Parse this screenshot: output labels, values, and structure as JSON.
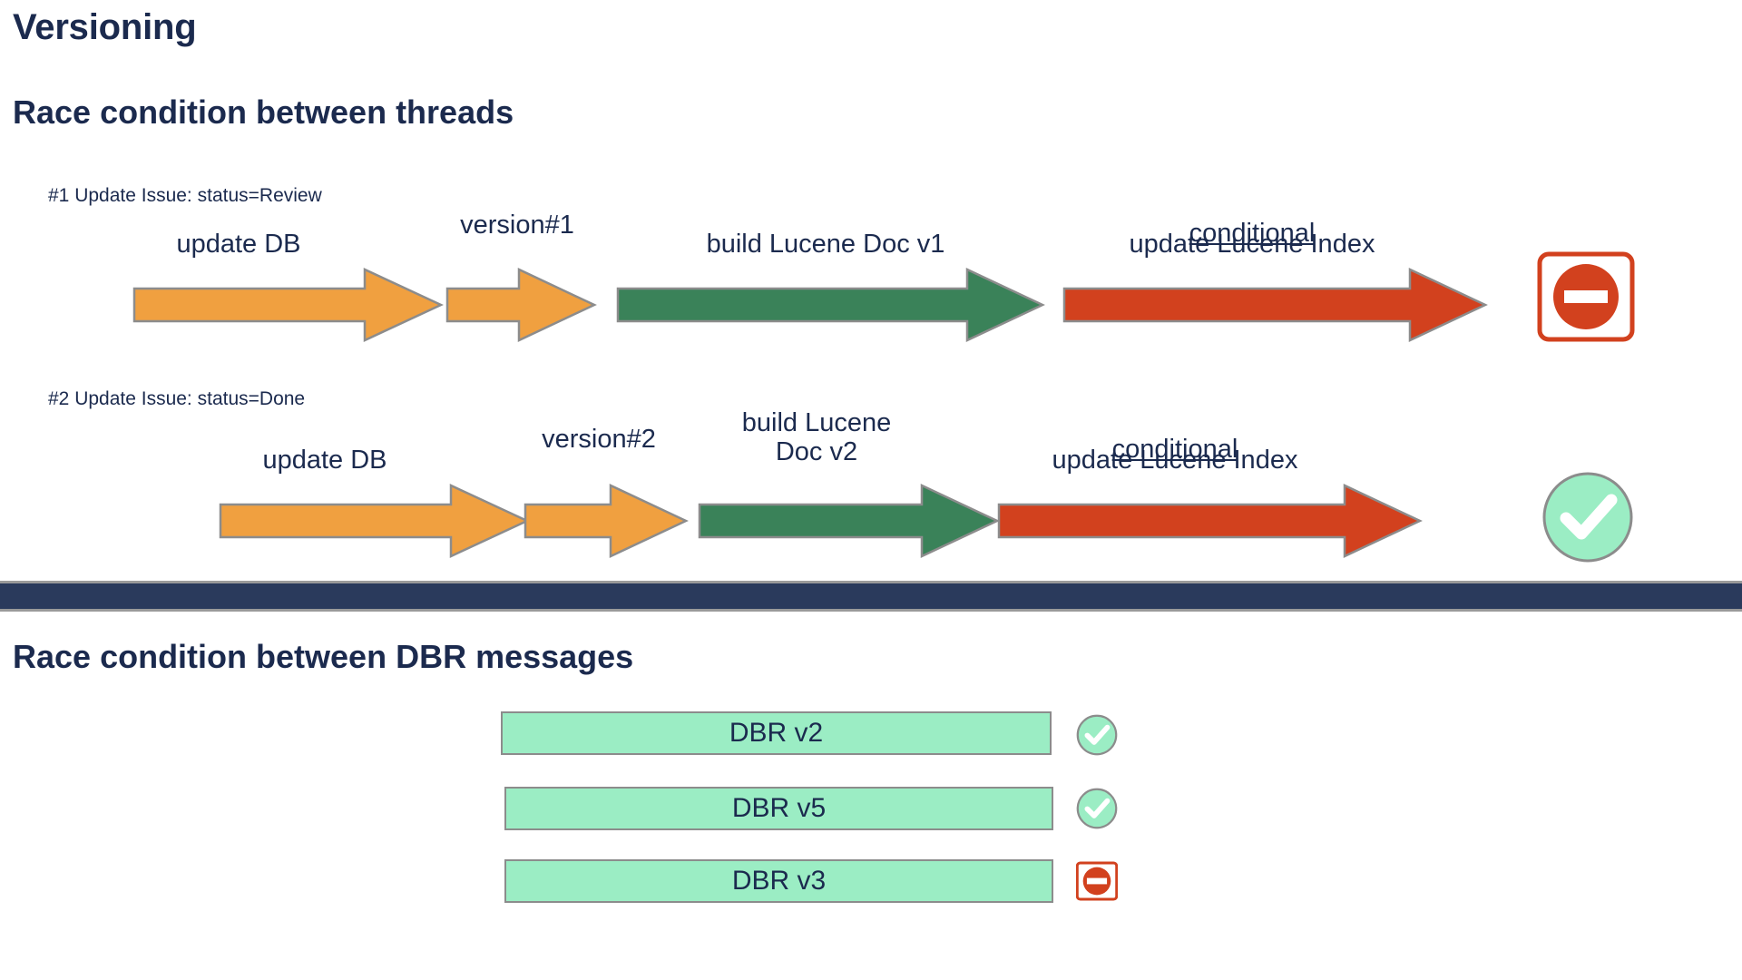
{
  "slide": {
    "title": "Versioning",
    "section_threads": "Race condition between threads",
    "section_dbr": "Race condition between DBR messages"
  },
  "colors": {
    "heading": "#1B2A4E",
    "orange": "#F0A040",
    "green": "#3A8259",
    "red": "#D2411E",
    "mint": "#9BEDC4",
    "divider": "#2A3A5C",
    "stroke": "#8c8c8c"
  },
  "threads": [
    {
      "label": "#1 Update Issue: status=Review",
      "steps": [
        {
          "caption": "update DB",
          "underlined": "",
          "color": "orange",
          "icon": ""
        },
        {
          "caption": "version#1",
          "underlined": "",
          "color": "orange",
          "icon": ""
        },
        {
          "caption": "build Lucene Doc v1",
          "underlined": "",
          "color": "green",
          "icon": ""
        },
        {
          "caption": "update Lucene Index",
          "underlined": "conditional",
          "color": "red",
          "icon": ""
        }
      ],
      "result_icon": "stop-icon",
      "result": "blocked"
    },
    {
      "label": "#2 Update Issue: status=Done",
      "steps": [
        {
          "caption": "update DB",
          "underlined": "",
          "color": "orange",
          "icon": ""
        },
        {
          "caption": "version#2",
          "underlined": "",
          "color": "orange",
          "icon": ""
        },
        {
          "caption": "build Lucene\nDoc v2",
          "underlined": "",
          "color": "green",
          "icon": ""
        },
        {
          "caption": "update Lucene Index",
          "underlined": "conditional",
          "color": "red",
          "icon": ""
        }
      ],
      "result_icon": "check-circle-icon",
      "result": "success"
    }
  ],
  "dbr_messages": [
    {
      "label": "DBR v2",
      "status": "success",
      "icon": "check-circle-icon"
    },
    {
      "label": "DBR v5",
      "status": "success",
      "icon": "check-circle-icon"
    },
    {
      "label": "DBR v3",
      "status": "blocked",
      "icon": "stop-icon"
    }
  ]
}
